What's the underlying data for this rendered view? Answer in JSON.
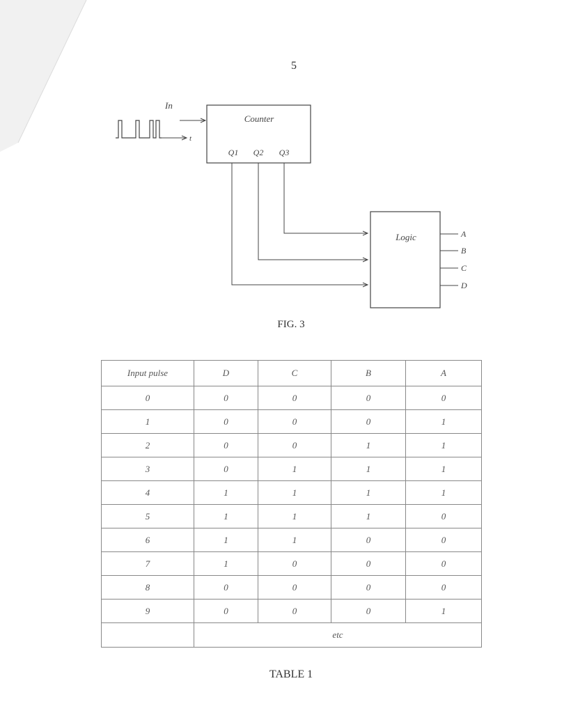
{
  "page_number": "5",
  "figure": {
    "input_label": "In",
    "time_label": "t",
    "counter_label": "Counter",
    "outputs": [
      "Q1",
      "Q2",
      "Q3"
    ],
    "logic_label": "Logic",
    "logic_outputs": [
      "A",
      "B",
      "C",
      "D"
    ],
    "caption": "FIG. 3"
  },
  "table": {
    "headers": [
      "Input pulse",
      "D",
      "C",
      "B",
      "A"
    ],
    "rows": [
      [
        "0",
        "0",
        "0",
        "0",
        "0"
      ],
      [
        "1",
        "0",
        "0",
        "0",
        "1"
      ],
      [
        "2",
        "0",
        "0",
        "1",
        "1"
      ],
      [
        "3",
        "0",
        "1",
        "1",
        "1"
      ],
      [
        "4",
        "1",
        "1",
        "1",
        "1"
      ],
      [
        "5",
        "1",
        "1",
        "1",
        "0"
      ],
      [
        "6",
        "1",
        "1",
        "0",
        "0"
      ],
      [
        "7",
        "1",
        "0",
        "0",
        "0"
      ],
      [
        "8",
        "0",
        "0",
        "0",
        "0"
      ],
      [
        "9",
        "0",
        "0",
        "0",
        "1"
      ]
    ],
    "etc": "etc",
    "caption": "TABLE 1"
  }
}
